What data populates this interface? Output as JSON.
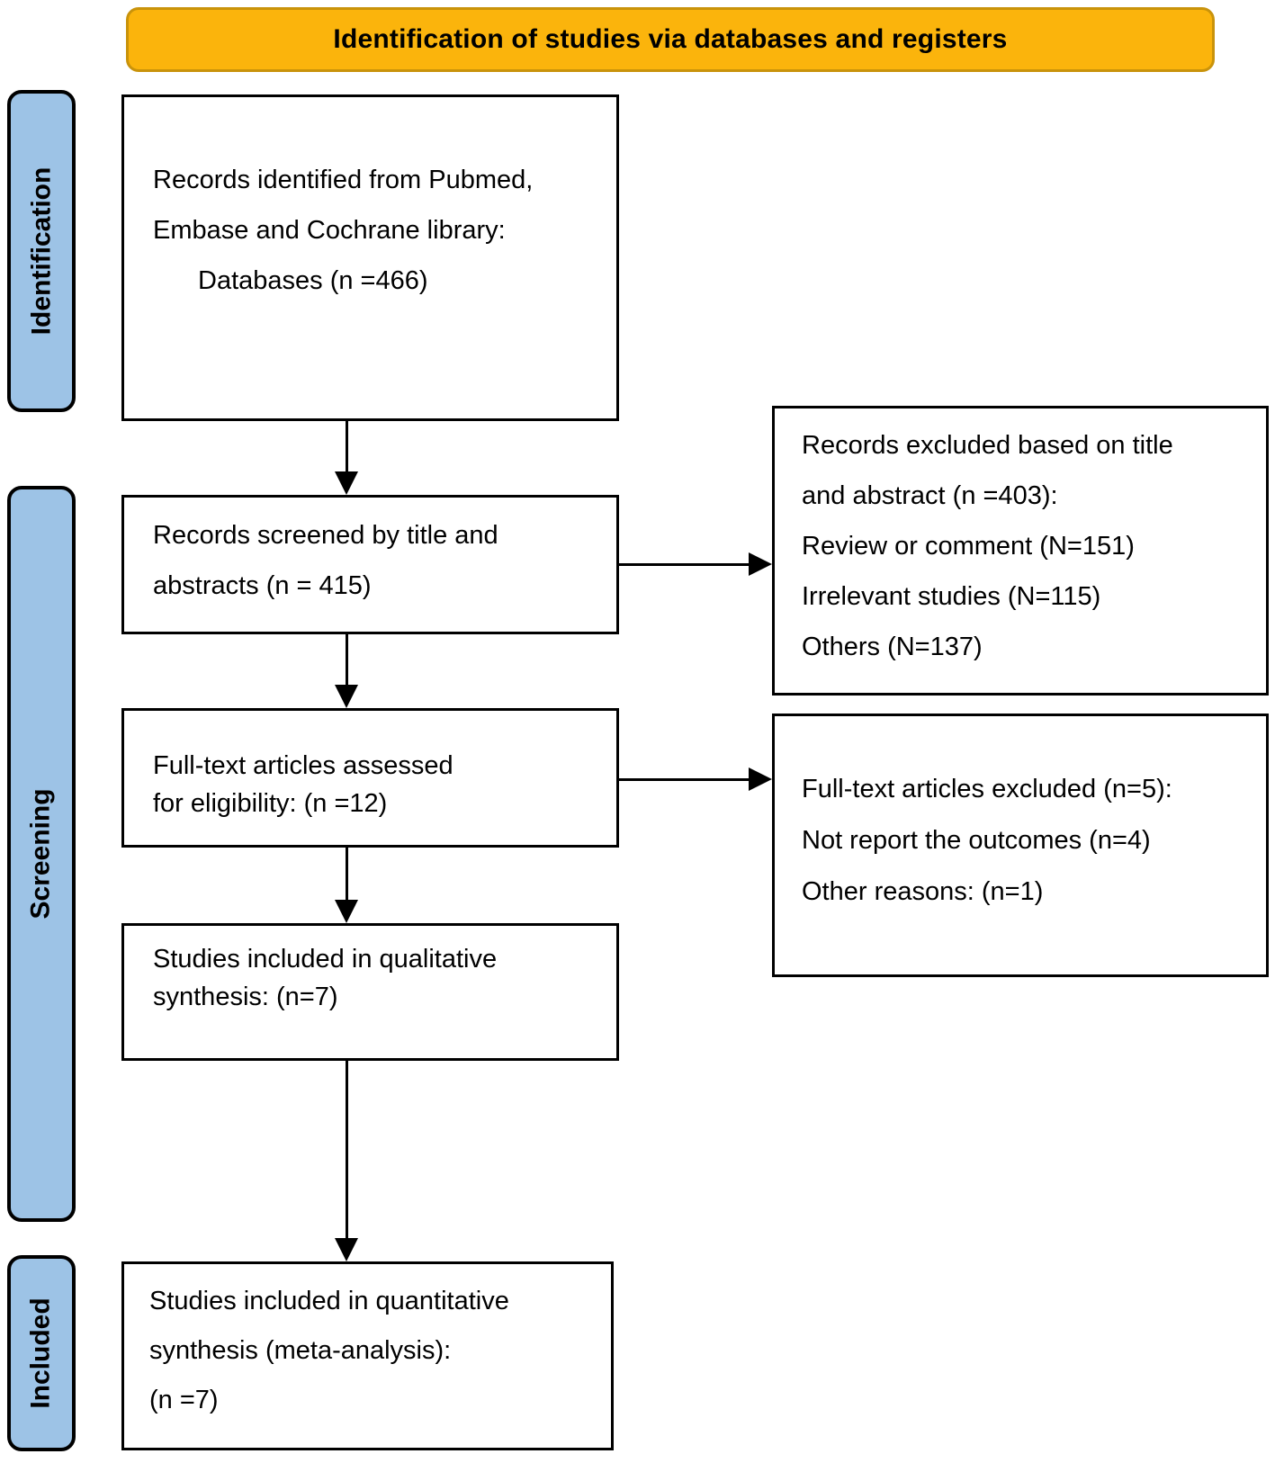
{
  "banner": {
    "title": "Identification of studies via databases and registers"
  },
  "sidebar": {
    "stages": [
      {
        "label": "Identification"
      },
      {
        "label": "Screening"
      },
      {
        "label": "Included"
      }
    ]
  },
  "flow": {
    "records_identified": {
      "lines": [
        "Records identified from Pubmed,",
        "Embase and Cochrane library:",
        "Databases (n =466)"
      ]
    },
    "records_screened": {
      "lines": [
        "Records screened by title and",
        "abstracts (n = 415)"
      ]
    },
    "fulltext_assessed": {
      "lines": [
        "Full-text articles assessed",
        "for eligibility: (n =12)"
      ]
    },
    "qualitative_synthesis": {
      "lines": [
        "Studies included in qualitative",
        "synthesis: (n=7)"
      ]
    },
    "quantitative_synthesis": {
      "lines": [
        "Studies included in quantitative",
        "synthesis (meta-analysis):",
        "(n =7)"
      ]
    },
    "records_excluded": {
      "lines": [
        "Records excluded based on title",
        "and abstract (n =403):",
        "Review or comment (N=151)",
        "Irrelevant studies (N=115)",
        "Others (N=137)"
      ]
    },
    "fulltext_excluded": {
      "lines": [
        "Full-text articles excluded (n=5):",
        "Not report the outcomes (n=4)",
        "Other reasons: (n=1)"
      ]
    }
  },
  "colors": {
    "banner_fill": "#FBB40C",
    "banner_border": "#C9930B",
    "stage_fill": "#9DC3E6",
    "stage_border": "#000000",
    "box_border": "#000000",
    "arrow_color": "#000000"
  }
}
